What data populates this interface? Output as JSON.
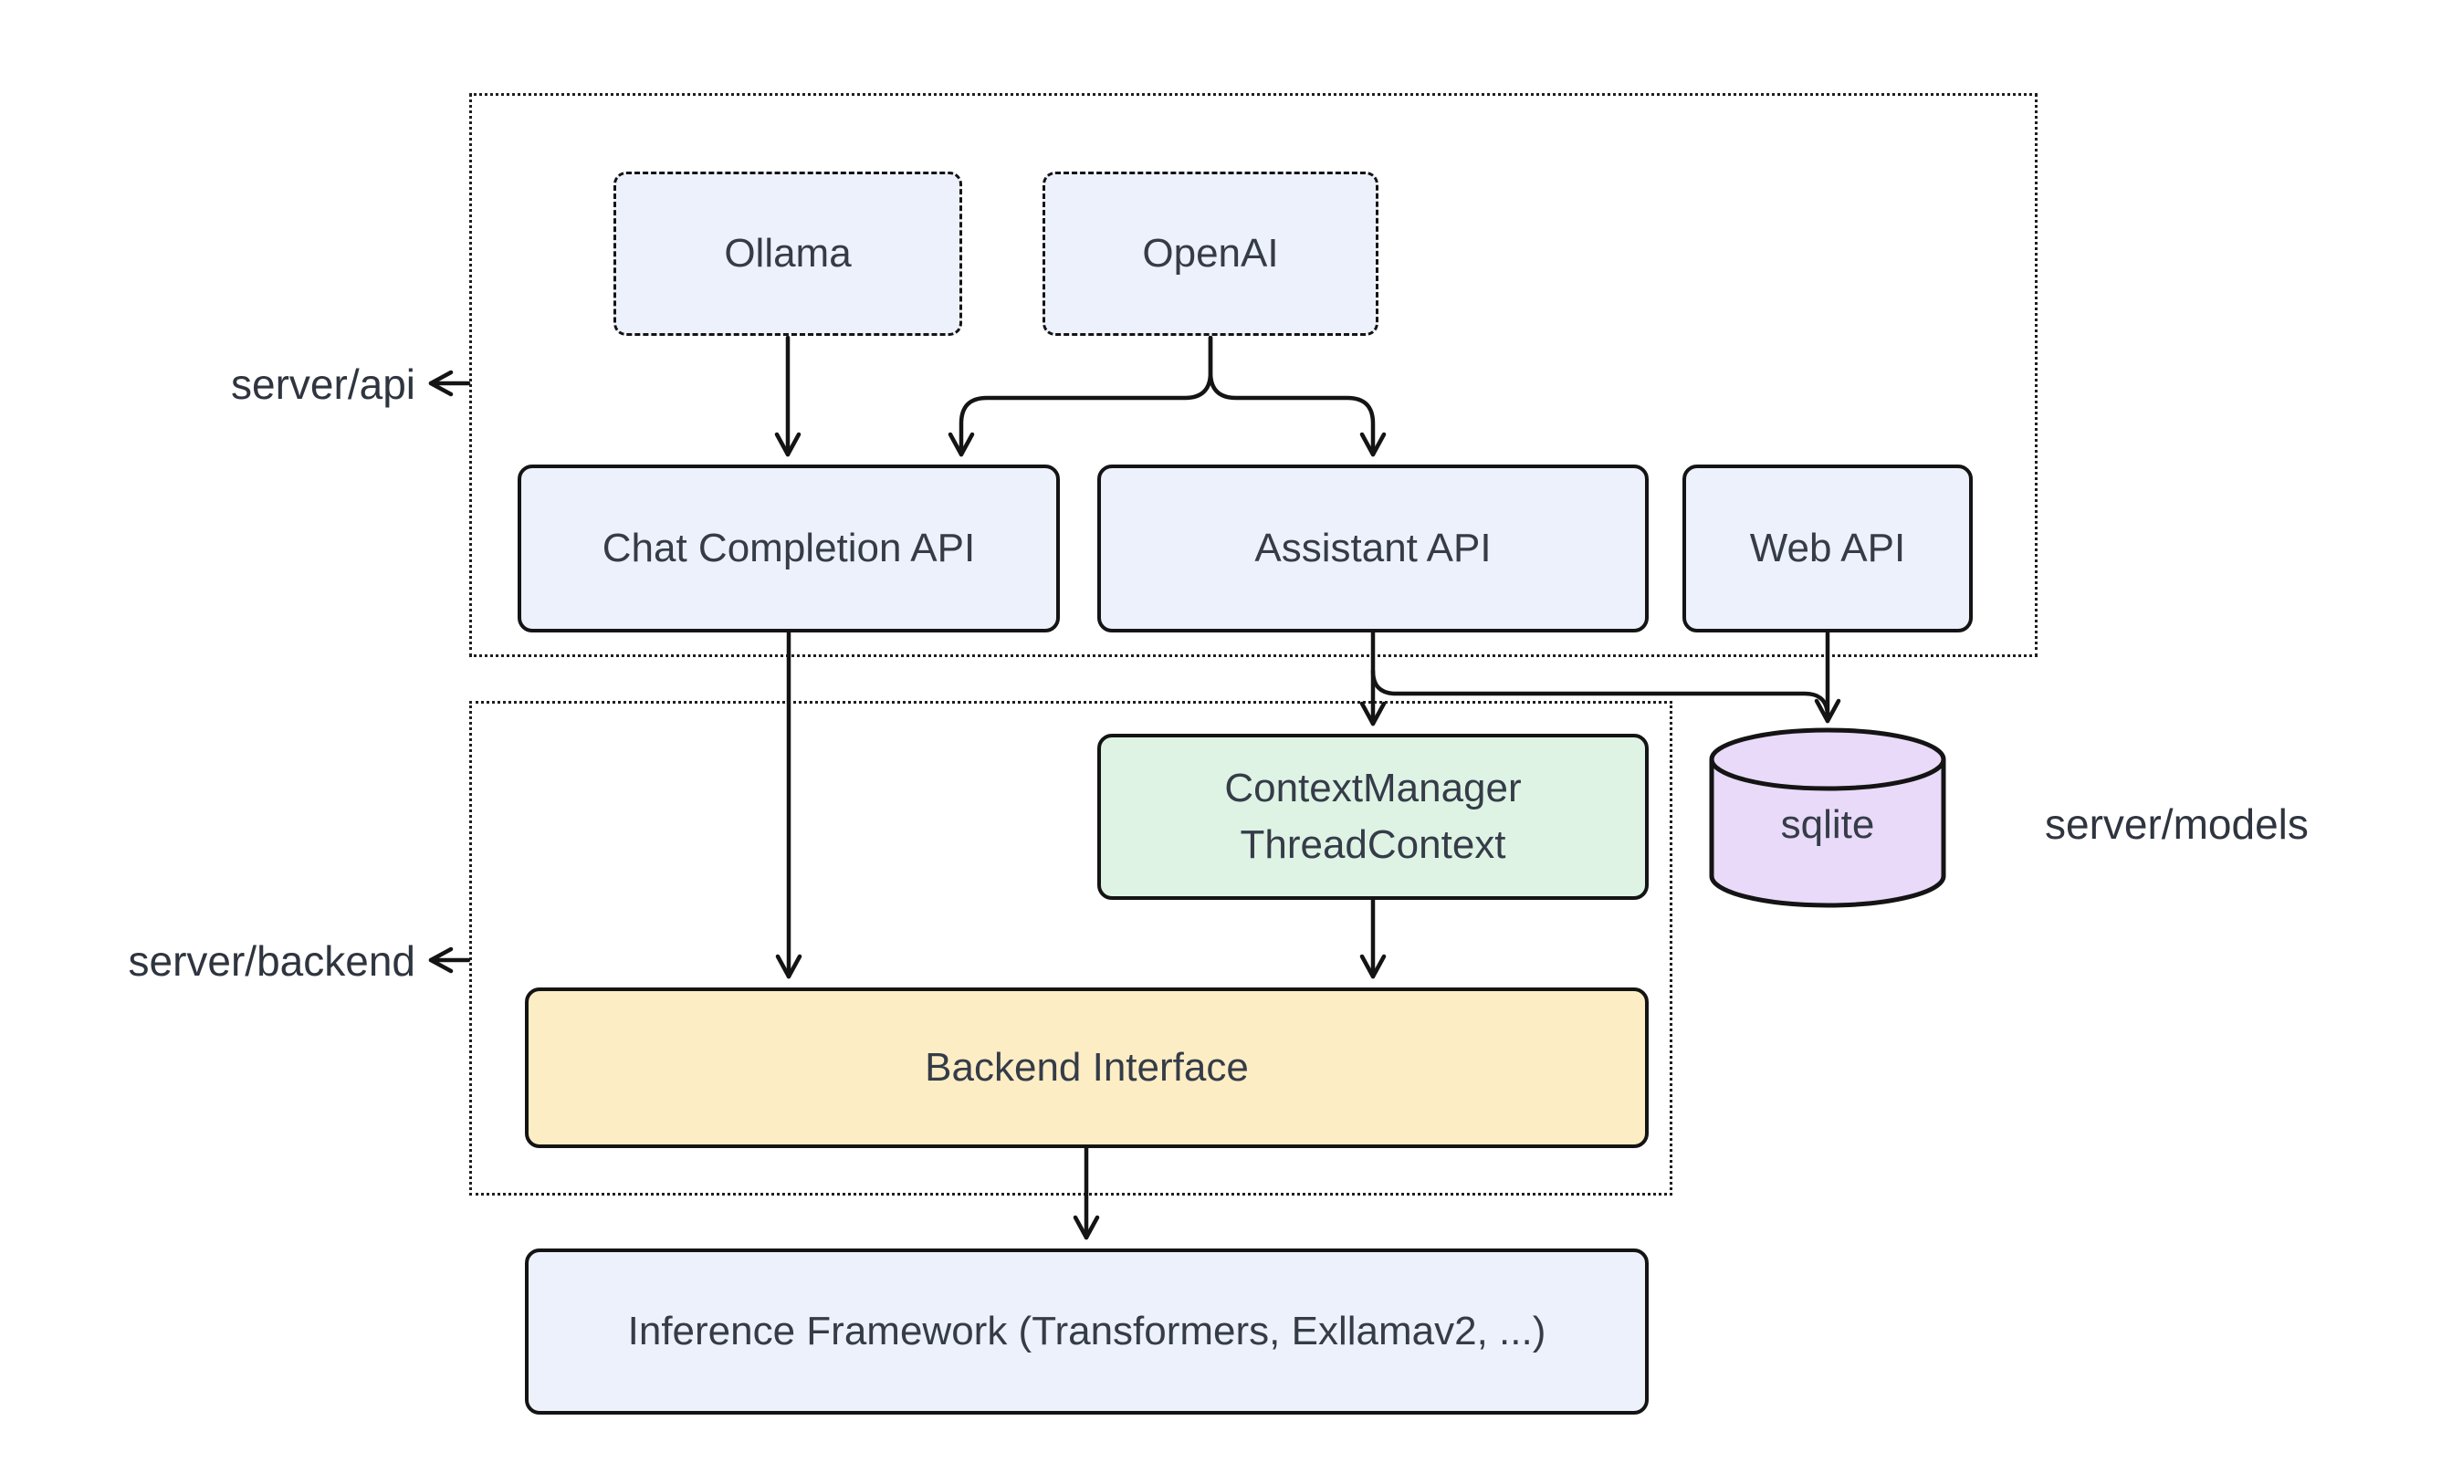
{
  "diagram": {
    "type": "architecture-flowchart",
    "background": "#ffffff",
    "palette": {
      "node_blue": "#edf1fb",
      "node_green": "#def3e4",
      "node_purple": "#e8daf8",
      "node_yellow": "#fcedc5",
      "line": "#141414",
      "text": "#353c48"
    },
    "containers": {
      "api": {
        "label": "server/api",
        "border": "dotted"
      },
      "backend": {
        "label": "server/backend",
        "border": "dotted"
      }
    },
    "external_labels": {
      "models": {
        "label": "server/models"
      }
    },
    "nodes": {
      "ollama": {
        "label": "Ollama",
        "shape": "dashed-rect",
        "fill": "#edf1fb"
      },
      "openai": {
        "label": "OpenAI",
        "shape": "dashed-rect",
        "fill": "#edf1fb"
      },
      "chat_api": {
        "label": "Chat Completion API",
        "shape": "rect",
        "fill": "#edf1fb"
      },
      "assistant_api": {
        "label": "Assistant API",
        "shape": "rect",
        "fill": "#edf1fb"
      },
      "web_api": {
        "label": "Web API",
        "shape": "rect",
        "fill": "#edf1fb"
      },
      "context": {
        "lines": [
          "ContextManager",
          "ThreadContext"
        ],
        "shape": "rect",
        "fill": "#def3e4"
      },
      "sqlite": {
        "label": "sqlite",
        "shape": "cylinder",
        "fill": "#e8daf8"
      },
      "backend_interface": {
        "label": "Backend Interface",
        "shape": "rect",
        "fill": "#fcedc5"
      },
      "inference": {
        "label": "Inference Framework (Transformers, Exllamav2, ...)",
        "shape": "rect",
        "fill": "#edf1fb"
      }
    },
    "edges": [
      {
        "from": "ollama",
        "to": "chat_api"
      },
      {
        "from": "openai",
        "to": "chat_api"
      },
      {
        "from": "openai",
        "to": "assistant_api"
      },
      {
        "from": "chat_api",
        "to": "backend_interface"
      },
      {
        "from": "assistant_api",
        "to": "context"
      },
      {
        "from": "assistant_api",
        "to": "sqlite"
      },
      {
        "from": "web_api",
        "to": "sqlite"
      },
      {
        "from": "context",
        "to": "backend_interface"
      },
      {
        "from": "backend_interface",
        "to": "inference"
      },
      {
        "from": "container-api-border",
        "to": "label-server-api"
      },
      {
        "from": "container-backend-border",
        "to": "label-server-backend"
      }
    ]
  }
}
